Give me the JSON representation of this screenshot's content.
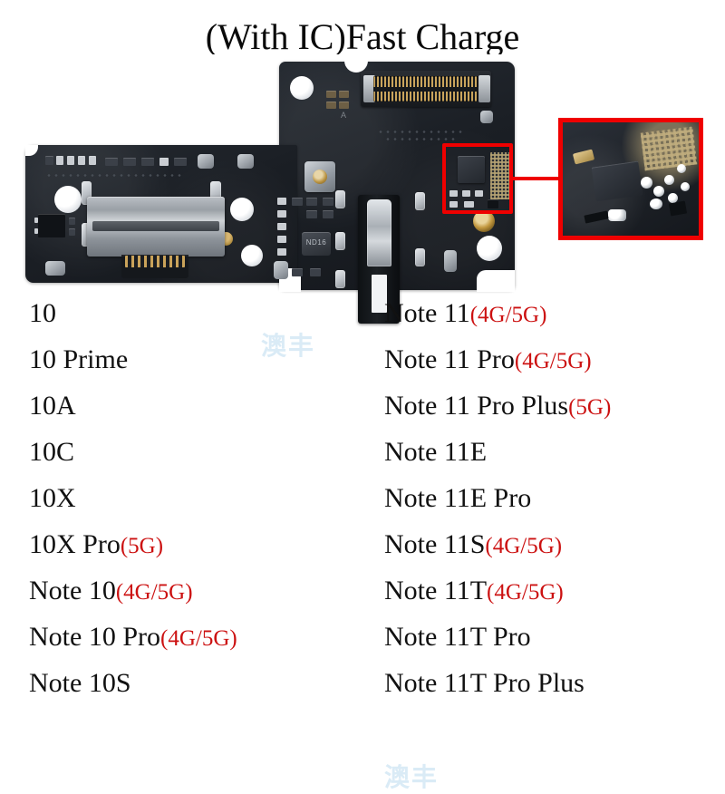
{
  "title": "(With IC)Fast Charge",
  "photo": {
    "description": "charging-port-flex-pcb",
    "silkscreen": {
      "mark_a": "A",
      "inductor_label": "ND16"
    },
    "callout": {
      "color": "#ef0000",
      "label": "ic-region-highlight",
      "inset_label": "magnified-ic-detail"
    },
    "colors": {
      "pcb": "#1e2228",
      "metal": "#c9cdd2",
      "gold": "#c2983f",
      "red": "#ef0000"
    }
  },
  "watermark": {
    "text": "澳丰",
    "color": "#bcdcf0"
  },
  "compatibility": {
    "left_column": [
      {
        "name": "10",
        "suffix": ""
      },
      {
        "name": "10 Prime",
        "suffix": ""
      },
      {
        "name": "10A",
        "suffix": ""
      },
      {
        "name": "10C",
        "suffix": ""
      },
      {
        "name": "10X",
        "suffix": ""
      },
      {
        "name": "10X Pro",
        "suffix": "(5G)"
      },
      {
        "name": "Note 10",
        "suffix": "(4G/5G)"
      },
      {
        "name": "Note 10 Pro",
        "suffix": "(4G/5G)"
      },
      {
        "name": "Note 10S",
        "suffix": ""
      }
    ],
    "right_column": [
      {
        "name": "Note 11",
        "suffix": "(4G/5G)"
      },
      {
        "name": "Note 11 Pro",
        "suffix": "(4G/5G)"
      },
      {
        "name": "Note 11 Pro Plus",
        "suffix": "(5G)"
      },
      {
        "name": "Note 11E",
        "suffix": ""
      },
      {
        "name": "Note 11E Pro",
        "suffix": ""
      },
      {
        "name": "Note 11S",
        "suffix": "(4G/5G)"
      },
      {
        "name": "Note 11T",
        "suffix": "(4G/5G)"
      },
      {
        "name": "Note 11T Pro",
        "suffix": ""
      },
      {
        "name": "Note 11T Pro Plus",
        "suffix": ""
      }
    ]
  }
}
